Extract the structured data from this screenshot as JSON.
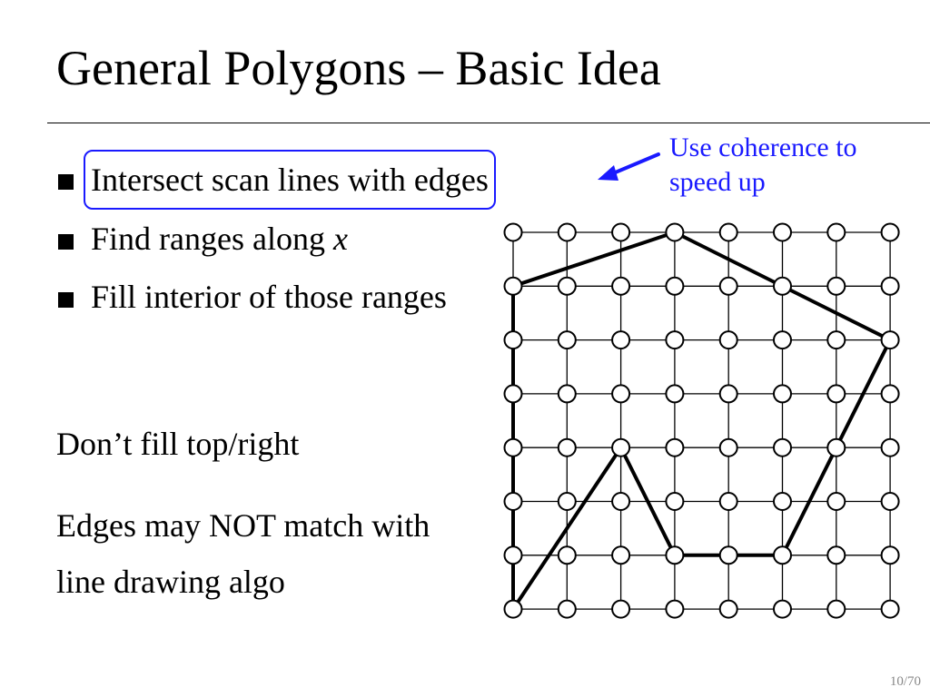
{
  "slide": {
    "title": "General Polygons – Basic Idea",
    "bullets": [
      {
        "text": "Intersect scan lines with edges"
      },
      {
        "text_before": "Find ranges along ",
        "var": "x"
      },
      {
        "text": "Fill interior of those ranges"
      }
    ],
    "notes": [
      "Don’t fill top/right",
      "Edges may NOT match with line drawing algo"
    ],
    "callout": "Use coherence to speed up",
    "page_number": "10/70",
    "accent_color": "#1a1aff"
  },
  "diagram": {
    "grid_cols": 8,
    "grid_rows": 8,
    "polygon_vertices": [
      [
        0,
        1
      ],
      [
        3,
        0
      ],
      [
        7,
        2
      ],
      [
        5,
        6
      ],
      [
        3,
        6
      ],
      [
        2,
        4
      ],
      [
        0,
        7
      ]
    ],
    "lattice_points": "open circles at every integer grid node",
    "outline_color": "#000000"
  }
}
